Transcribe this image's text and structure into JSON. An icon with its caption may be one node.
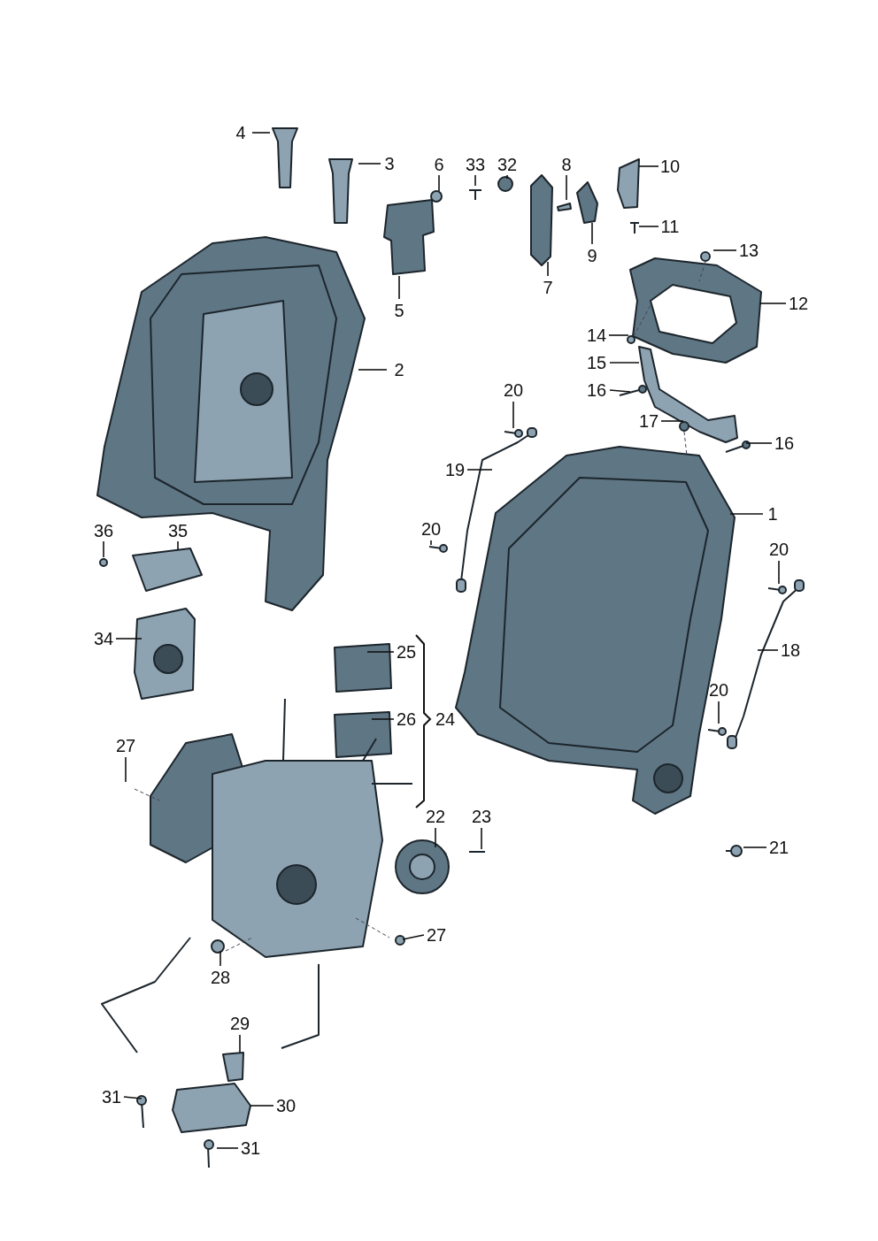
{
  "diagram": {
    "nodes": [
      {
        "text": [
          "4"
        ]
      },
      {
        "text": [
          "3"
        ]
      },
      {
        "text": [
          "6"
        ]
      },
      {
        "text": [
          "33"
        ]
      },
      {
        "text": [
          "32"
        ]
      },
      {
        "text": [
          "8"
        ]
      },
      {
        "text": [
          "10"
        ]
      },
      {
        "text": [
          "11"
        ]
      },
      {
        "text": [
          "13"
        ]
      },
      {
        "text": [
          "9"
        ]
      },
      {
        "text": [
          "7"
        ]
      },
      {
        "text": [
          "12"
        ]
      },
      {
        "text": [
          "5"
        ]
      },
      {
        "text": [
          "14"
        ]
      },
      {
        "text": [
          "15"
        ]
      },
      {
        "text": [
          "2"
        ]
      },
      {
        "text": [
          "20"
        ]
      },
      {
        "text": [
          "16"
        ]
      },
      {
        "text": [
          "17"
        ]
      },
      {
        "text": [
          "16"
        ]
      },
      {
        "text": [
          "19"
        ]
      },
      {
        "text": [
          "1"
        ]
      },
      {
        "text": [
          "20"
        ]
      },
      {
        "text": [
          "36"
        ]
      },
      {
        "text": [
          "35"
        ]
      },
      {
        "text": [
          "20"
        ]
      },
      {
        "text": [
          "34"
        ]
      },
      {
        "text": [
          "18"
        ]
      },
      {
        "text": [
          "25"
        ]
      },
      {
        "text": [
          "20"
        ]
      },
      {
        "text": [
          "26"
        ]
      },
      {
        "text": [
          "27"
        ]
      },
      {
        "text": [
          "22"
        ]
      },
      {
        "text": [
          "23"
        ]
      },
      {
        "text": [
          "21"
        ]
      },
      {
        "text": [
          "27"
        ]
      },
      {
        "text": [
          "28"
        ]
      },
      {
        "text": [
          "29"
        ]
      },
      {
        "text": [
          "31"
        ]
      },
      {
        "text": [
          "30"
        ]
      },
      {
        "text": [
          "31"
        ]
      }
    ],
    "edges": [
      {
        "from": 0,
        "to": null,
        "arrow": "none"
      },
      {
        "from": 1,
        "to": null,
        "arrow": "none"
      },
      {
        "from": 2,
        "to": null,
        "arrow": "none"
      },
      {
        "from": 3,
        "to": null,
        "arrow": "none"
      },
      {
        "from": 4,
        "to": null,
        "arrow": "none"
      },
      {
        "from": 5,
        "to": null,
        "arrow": "none"
      },
      {
        "from": 6,
        "to": null,
        "arrow": "none"
      },
      {
        "from": 7,
        "to": null,
        "arrow": "none"
      },
      {
        "from": 8,
        "to": null,
        "arrow": "none"
      },
      {
        "from": 9,
        "to": null,
        "arrow": "none"
      },
      {
        "from": 10,
        "to": null,
        "arrow": "none"
      },
      {
        "from": 11,
        "to": null,
        "arrow": "none"
      },
      {
        "from": 12,
        "to": null,
        "arrow": "none"
      },
      {
        "from": 13,
        "to": null,
        "arrow": "none"
      },
      {
        "from": 14,
        "to": null,
        "arrow": "none"
      },
      {
        "from": 15,
        "to": null,
        "arrow": "none"
      },
      {
        "from": 16,
        "to": null,
        "arrow": "none"
      },
      {
        "from": 17,
        "to": null,
        "arrow": "none"
      },
      {
        "from": 18,
        "to": null,
        "arrow": "none"
      },
      {
        "from": 19,
        "to": null,
        "arrow": "none"
      },
      {
        "from": 20,
        "to": null,
        "arrow": "none"
      },
      {
        "from": 21,
        "to": null,
        "arrow": "none"
      },
      {
        "from": 22,
        "to": null,
        "arrow": "none"
      },
      {
        "from": 23,
        "to": null,
        "arrow": "none"
      },
      {
        "from": 24,
        "to": null,
        "arrow": "none"
      },
      {
        "from": 25,
        "to": null,
        "arrow": "none"
      },
      {
        "from": 26,
        "to": null,
        "arrow": "none"
      },
      {
        "from": 27,
        "to": null,
        "arrow": "none"
      },
      {
        "from": 28,
        "to": null,
        "arrow": "none"
      },
      {
        "from": 29,
        "to": null,
        "arrow": "none"
      },
      {
        "from": 30,
        "to": null,
        "arrow": "none"
      },
      {
        "from": 31,
        "to": null,
        "arrow": "none"
      },
      {
        "from": 32,
        "to": null,
        "arrow": "none"
      },
      {
        "from": 33,
        "to": null,
        "arrow": "none"
      },
      {
        "from": 34,
        "to": null,
        "arrow": "none"
      },
      {
        "from": 35,
        "to": null,
        "arrow": "none"
      },
      {
        "from": 36,
        "to": null,
        "arrow": "none"
      },
      {
        "from": 37,
        "to": null,
        "arrow": "none"
      },
      {
        "from": 38,
        "to": null,
        "arrow": "none"
      },
      {
        "from": 39,
        "to": null,
        "arrow": "none"
      },
      {
        "from": 40,
        "to": null,
        "arrow": "none"
      }
    ],
    "labels": [
      "24"
    ]
  }
}
